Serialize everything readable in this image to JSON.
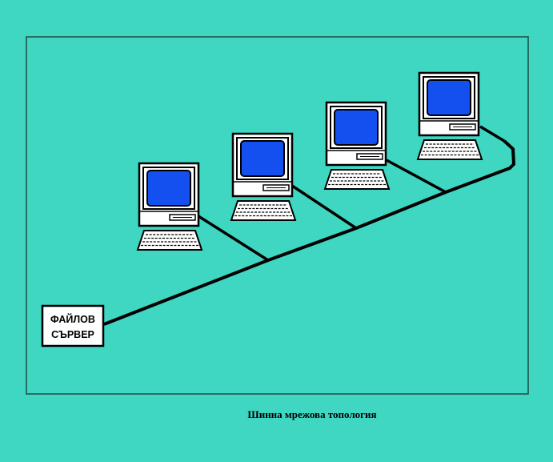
{
  "server": {
    "line1": "ФАЙЛОВ",
    "line2": "СЪРВЕР"
  },
  "caption": "Шинна мрежова топология",
  "colors": {
    "background": "#3fd6c2",
    "screen": "#1450f0",
    "bus": "#000000"
  },
  "icons": [
    "computer-icon",
    "keyboard-icon",
    "server-box"
  ],
  "workstation_count": 4
}
